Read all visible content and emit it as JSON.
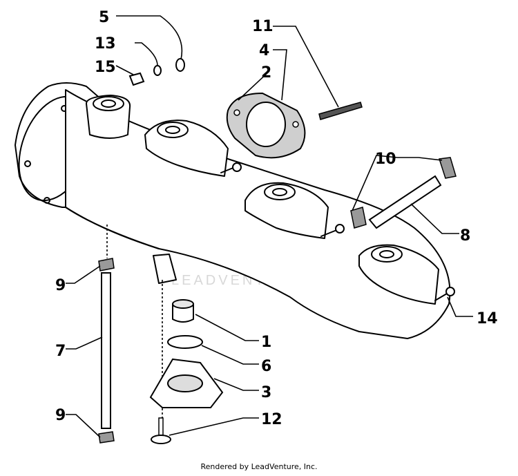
{
  "callouts": [
    "5",
    "13",
    "15",
    "11",
    "4",
    "2",
    "10",
    "8",
    "9",
    "14",
    "7",
    "1",
    "6",
    "3",
    "9",
    "12"
  ],
  "watermark": "LEADVENTURE",
  "footer": "Rendered by LeadVenture, Inc."
}
